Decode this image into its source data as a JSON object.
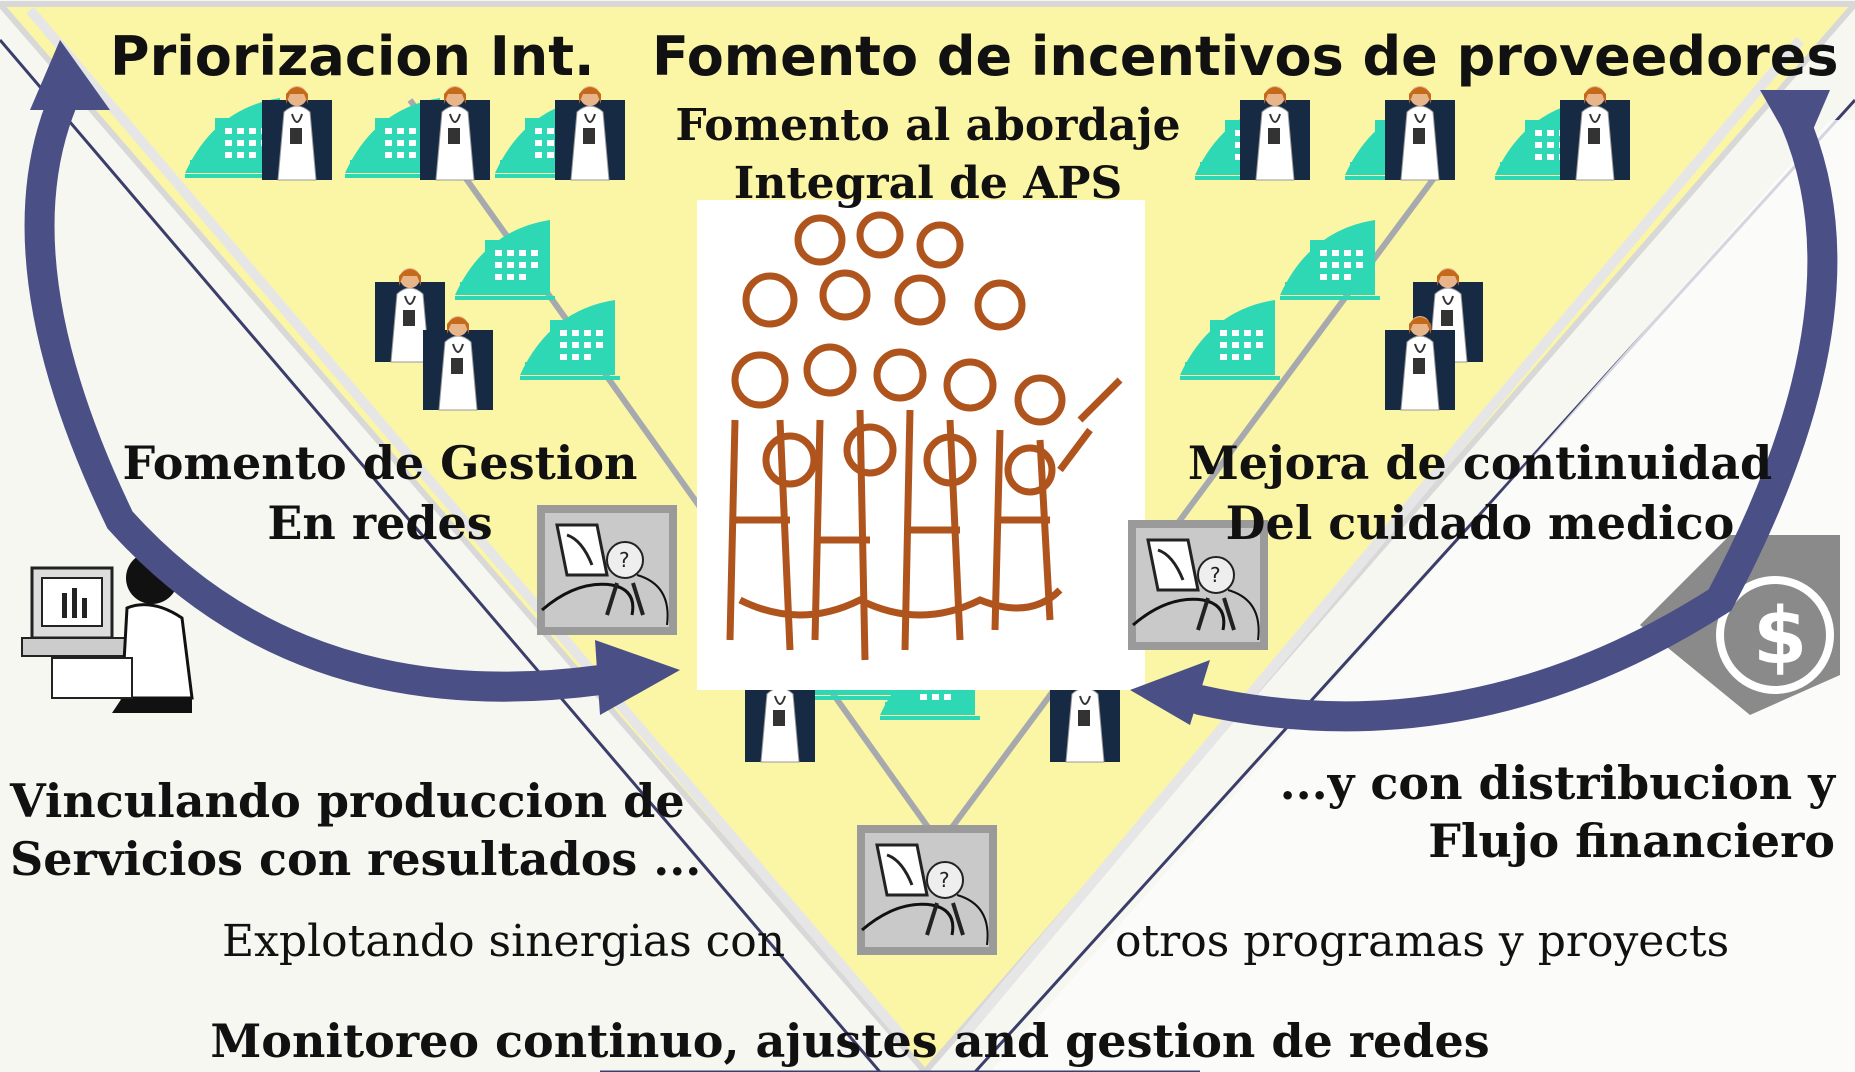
{
  "header": {
    "left_title": "Priorizacion Int.",
    "right_title": "Fomento de incentivos de proveedores"
  },
  "center_top": {
    "line1": "Fomento al abordaje",
    "line2": "Integral de APS"
  },
  "left_mid": {
    "line1": "Fomento de Gestion",
    "line2": "En redes"
  },
  "right_mid": {
    "line1": "Mejora de continuidad",
    "line2": "Del cuidado medico"
  },
  "left_bottom": {
    "line1": "Vinculando produccion de",
    "line2": "Servicios con resultados ..."
  },
  "right_bottom": {
    "line1": "...y con distribucion y",
    "line2": "Flujo financiero"
  },
  "synergy": {
    "left": "Explotando sinergias con",
    "right": "otros programas y proyects"
  },
  "footer": "Monitoreo continuo, ajustes and gestion de redes",
  "colors": {
    "triangle_fill": "#fbf6a6",
    "arrow": "#4a4f86",
    "building": "#2fd8b4",
    "crowd": "#b0541e",
    "dollar": "#8a8a8a"
  },
  "icons": [
    "hospital-building-icon",
    "doctor-icon",
    "crowd-icon",
    "computer-user-icon",
    "dollar-icon",
    "network-monitor-icon"
  ]
}
